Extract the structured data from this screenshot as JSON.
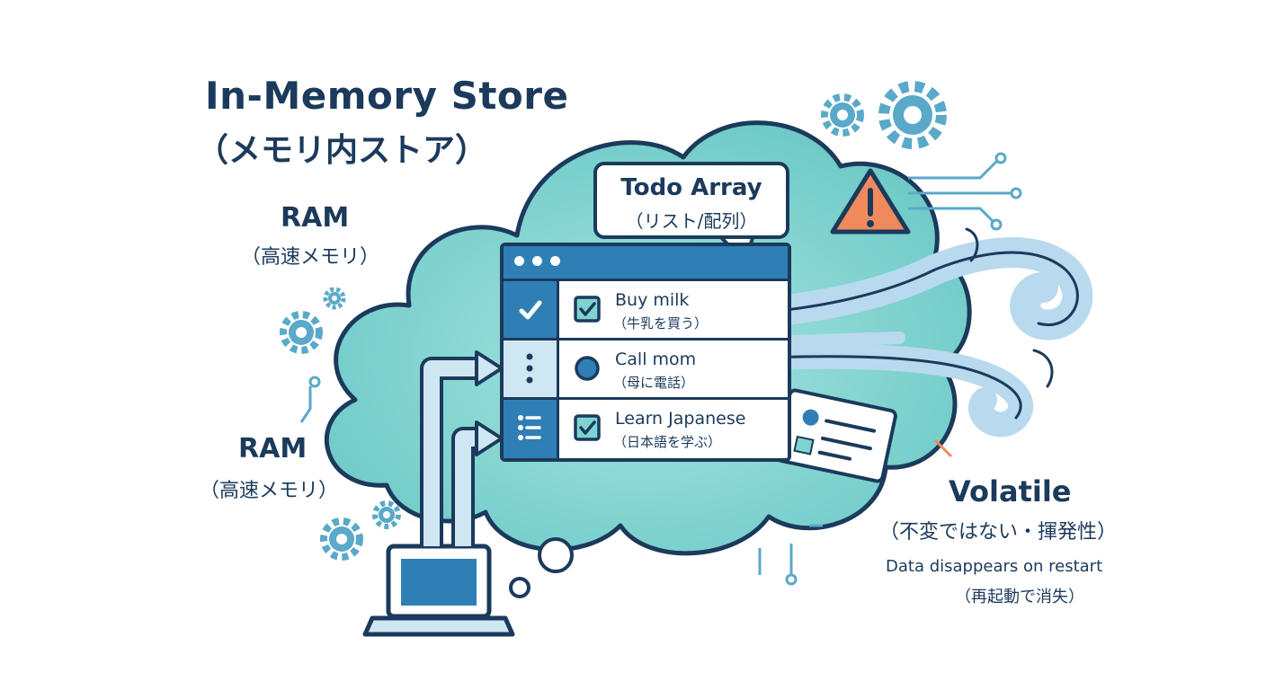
{
  "title": {
    "main": "In-Memory Store",
    "sub": "（メモリ内ストア）"
  },
  "ram_labels": [
    {
      "label": "RAM",
      "sub": "（高速メモリ）"
    },
    {
      "label": "RAM",
      "sub": "（高速メモリ）"
    }
  ],
  "callout": {
    "title": "Todo Array",
    "sub": "（リスト/配列）"
  },
  "todos": [
    {
      "label": "Buy milk",
      "sub": "（牛乳を買う）",
      "mark": "checked-checkbox",
      "side_icon": "checkmark-icon"
    },
    {
      "label": "Call mom",
      "sub": "（母に電話）",
      "mark": "pending-circle",
      "side_icon": "vertical-dots-icon"
    },
    {
      "label": "Learn Japanese",
      "sub": "（日本語を学ぶ）",
      "mark": "checked-checkbox",
      "side_icon": "list-icon"
    }
  ],
  "volatile": {
    "label": "Volatile",
    "sub": "（不変ではない・揮発性）",
    "note": "Data disappears on restart",
    "note_sub": "（再起動で消失）"
  },
  "colors": {
    "navy": "#1b3a5c",
    "cloud": "#7fd3d0",
    "accent_blue": "#2f7fb5",
    "light_blue": "#cfe6f3",
    "gear": "#5aa9c9",
    "warning": "#f08a5d",
    "wind": "#b9d9ee"
  },
  "icons": [
    "gear-icon",
    "warning-icon",
    "laptop-icon",
    "wind-icon",
    "arrow-icon",
    "floating-card-icon"
  ]
}
